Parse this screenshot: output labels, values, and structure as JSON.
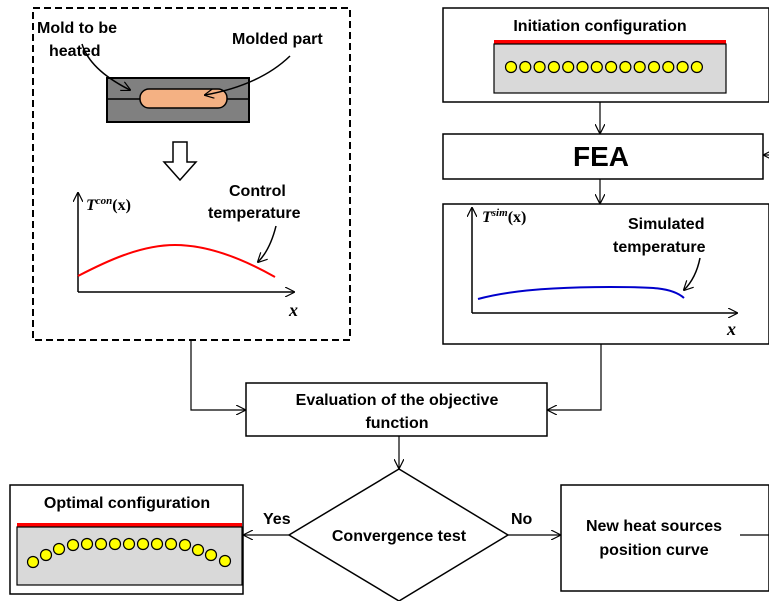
{
  "left_panel": {
    "mold_label_line1": "Mold to be",
    "mold_label_line2": "heated",
    "part_label": "Molded part",
    "y_axis_label": "T",
    "y_axis_sup": "con",
    "y_axis_arg": "(x)",
    "curve_label_line1": "Control",
    "curve_label_line2": "temperature",
    "x_axis_label": "x"
  },
  "initiation": {
    "title": "Initiation configuration"
  },
  "fea": {
    "label": "FEA"
  },
  "simulation": {
    "y_axis_label": "T",
    "y_axis_sup": "sim",
    "y_axis_arg": "(x)",
    "curve_label_line1": "Simulated",
    "curve_label_line2": "temperature",
    "x_axis_label": "x"
  },
  "evaluation": {
    "label_line1": "Evaluation of the objective",
    "label_line2": "function"
  },
  "decision": {
    "label": "Convergence test",
    "yes": "Yes",
    "no": "No"
  },
  "optimal": {
    "title": "Optimal configuration"
  },
  "new_sources": {
    "label_line1": "New heat sources",
    "label_line2": "position curve"
  },
  "colors": {
    "accent_red": "#ff0000",
    "curve_blue": "#0000cc",
    "heat_source_yellow": "#ffff00",
    "part_fill": "#f4b183",
    "mold_fill": "#808080",
    "panel_fill": "#d9d9d9"
  }
}
